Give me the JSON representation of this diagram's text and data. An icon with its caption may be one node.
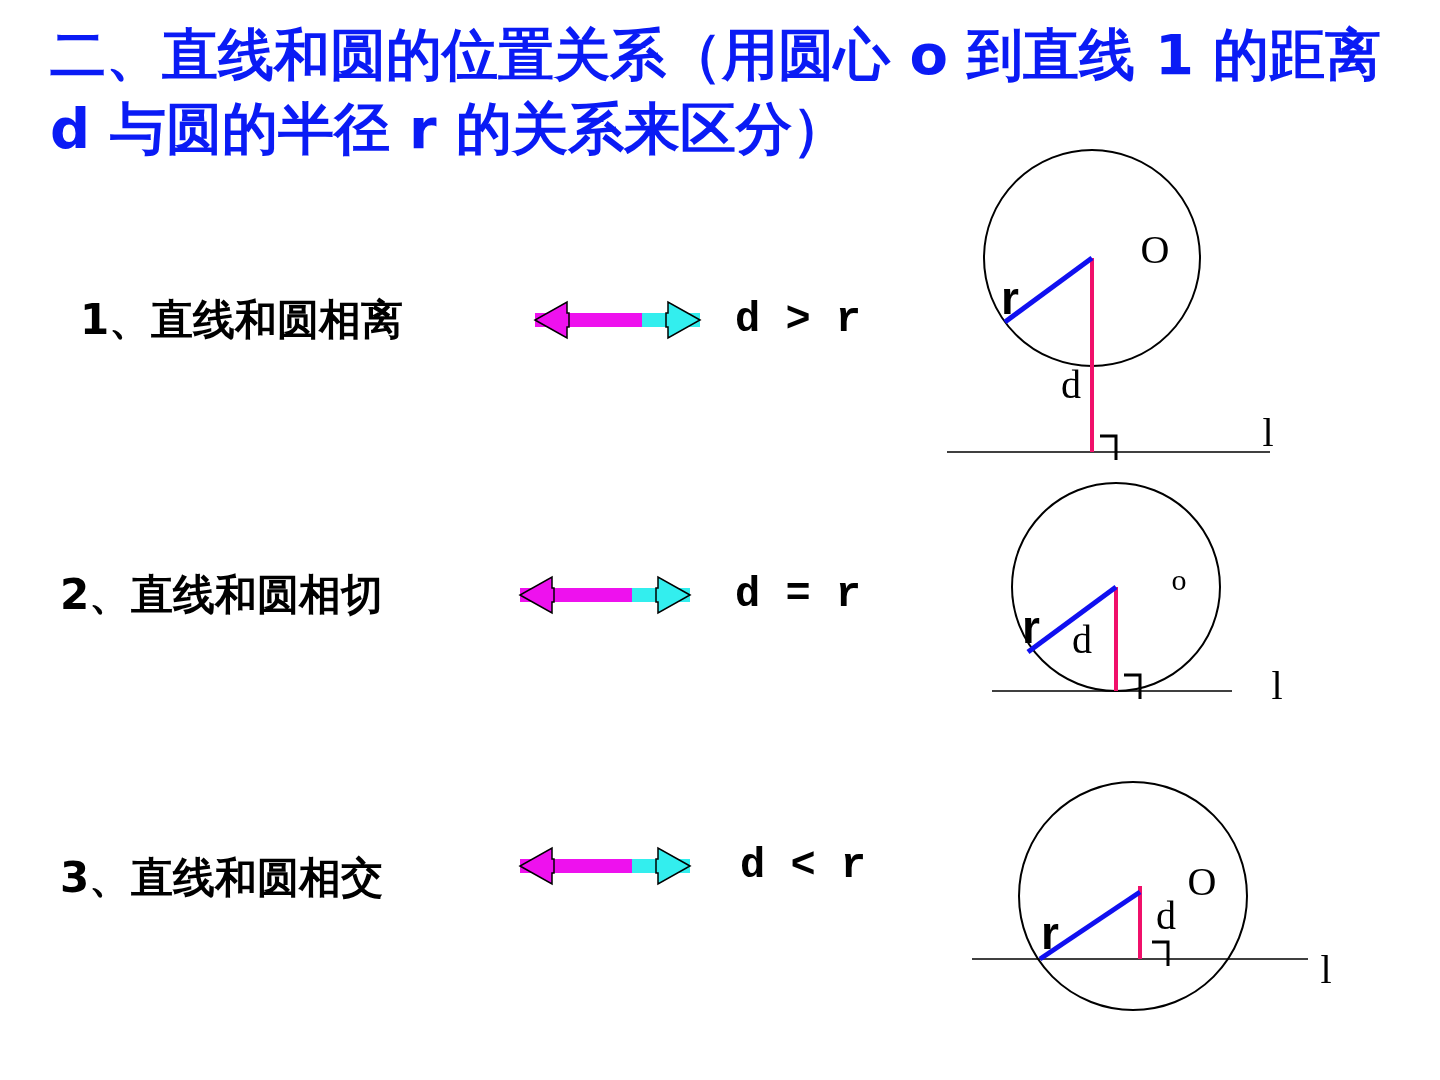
{
  "diagram": {
    "title": "二、直线和圆的位置关系（用圆心 o 到直线 1 的距离 d 与圆的半径 r 的关系来区分）",
    "nodes": [
      {
        "text": [
          "1、直线和圆相离"
        ]
      },
      {
        "text": [
          "d > r"
        ]
      },
      {
        "text": [
          "2、直线和圆相切"
        ]
      },
      {
        "text": [
          "d = r"
        ]
      },
      {
        "text": [
          "3、直线和圆相交"
        ]
      },
      {
        "text": [
          "d < r"
        ]
      }
    ],
    "edges": [
      {
        "from": 0,
        "to": 1,
        "arrow": "both"
      },
      {
        "from": 2,
        "to": 3,
        "arrow": "both"
      },
      {
        "from": 4,
        "to": 5,
        "arrow": "both"
      }
    ],
    "labels": [
      "O",
      "r",
      "d",
      "l",
      "o",
      "r",
      "d",
      "l",
      "O",
      "d",
      "r",
      "l"
    ]
  }
}
